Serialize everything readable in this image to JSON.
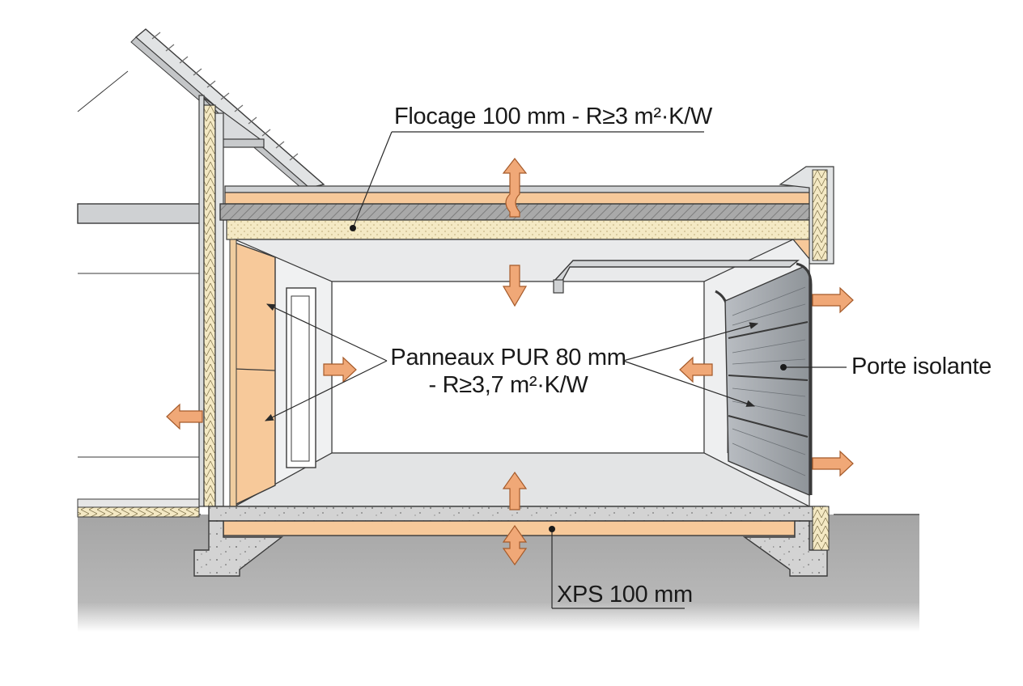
{
  "labels": {
    "flocage": "Flocage 100 mm - R≥3 m²·K/W",
    "pur_line1": "Panneaux PUR 80 mm",
    "pur_line2": "- R≥3,7 m²·K/W",
    "porte": "Porte isolante",
    "xps": "XPS 100 mm"
  },
  "colors": {
    "insulation_orange": "#f7c99a",
    "flocage_cream": "#f4e9c4",
    "arrow_orange": "#f0a877",
    "ground_gray": "#9e9e9e",
    "concrete_gray": "#d0d0d0",
    "line_dark": "#3a3a3a"
  },
  "icons": {
    "heat_loss_arrow": "heat-loss-arrow-icon",
    "vertical_arrow": "vertical-arrow-icon",
    "callout_dot": "callout-dot-icon"
  }
}
